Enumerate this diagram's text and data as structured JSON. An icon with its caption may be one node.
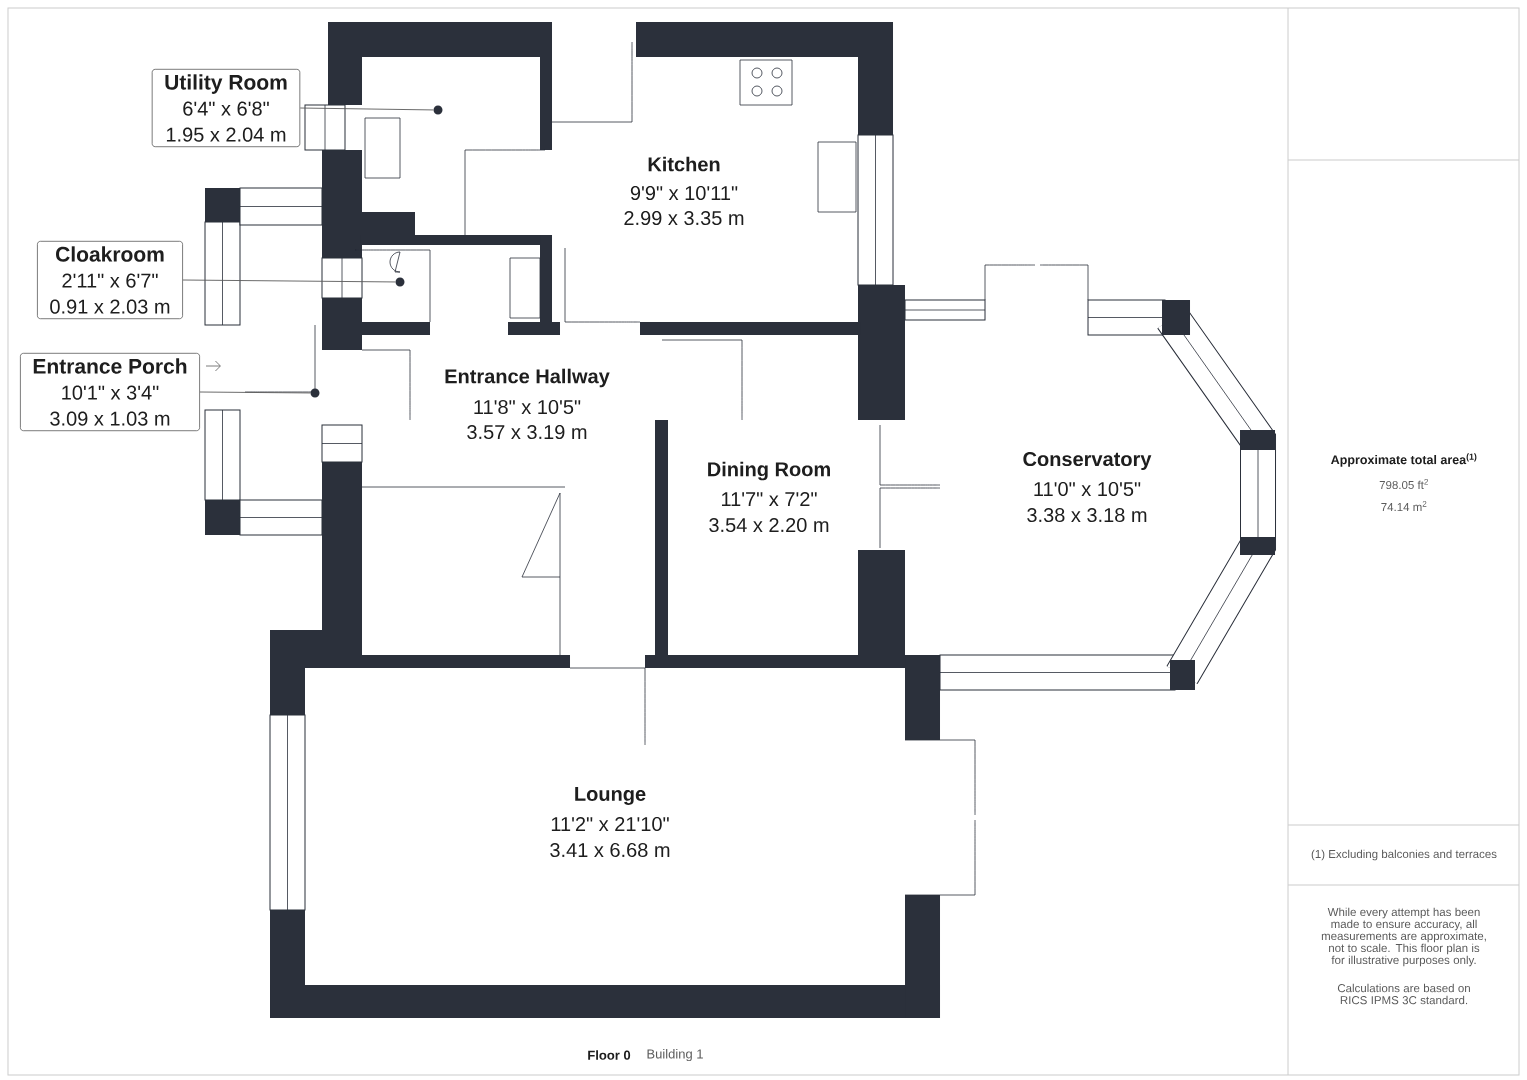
{
  "diagram": {
    "nodes": [
      {
        "text": [
          "Utility Room",
          "6'4\" x 6'8\"",
          "1.95 x 2.04 m"
        ]
      },
      {
        "text": [],
        "shape": "circle"
      },
      {
        "text": [
          "Cloakroom",
          "2'11\" x 6'7\"",
          "0.91 x 2.03 m"
        ]
      },
      {
        "text": [],
        "shape": "circle"
      },
      {
        "text": [
          "Entrance Porch",
          "10'1\" x 3'4\"",
          "3.09 x 1.03 m"
        ]
      },
      {
        "text": [],
        "shape": "circle"
      }
    ],
    "edges": [
      {
        "from": 0,
        "to": 1,
        "arrow": "none"
      },
      {
        "from": 2,
        "to": 3,
        "arrow": "none"
      },
      {
        "from": 4,
        "to": 5,
        "arrow": "none"
      }
    ],
    "labels": [
      "Kitchen",
      "9'9\" x 10'11\"",
      "2.99 x 3.35 m",
      "Entrance Hallway",
      "11'8\" x 10'5\"",
      "3.57 x 3.19 m",
      "Dining Room",
      "11'7\" x 7'2\"",
      "3.54 x 2.20 m",
      "Conservatory",
      "11'0\" x 10'5\"",
      "3.38 x 3.18 m",
      "Approximate total area$^{(1)}$",
      "798.05 ft$^{2}$",
      "74.14 m$^{2}$",
      "Lounge",
      "11'2\" x 21'10\"",
      "3.41 x 6.68 m",
      "(1) Excluding balconies and terraces",
      "While every attempt has been made to ensure accuracy, all measurements are approximate, not to scale. This floor plan is for illustrative purposes only.",
      "Calculations are based on RICS IPMS 3C standard.",
      "Floor 0",
      "Building 1"
    ]
  }
}
